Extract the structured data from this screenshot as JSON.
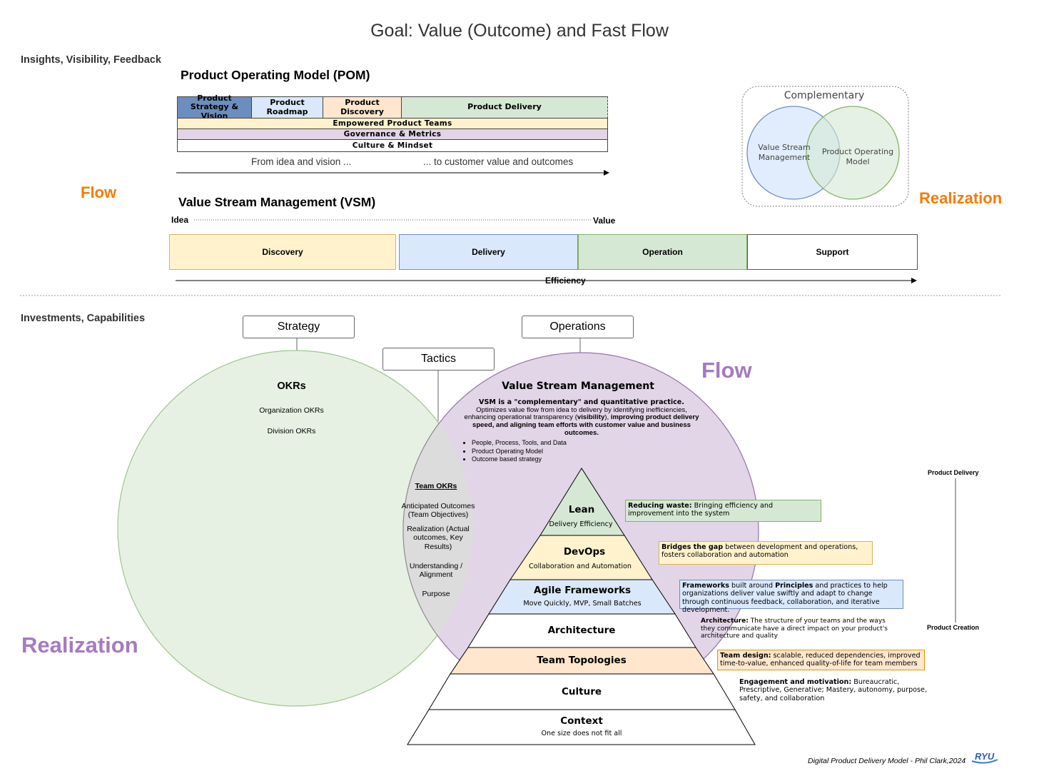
{
  "title": "Goal: Value (Outcome) and Fast Flow",
  "top_section_label": "Insights, Visibility, Feedback",
  "bottom_section_label": "Investments, Capabilities",
  "flow_left": "Flow",
  "realization_right": "Realization",
  "pom": {
    "heading": "Product Operating Model (POM)",
    "cells": [
      "Product Strategy & Vision",
      "Product Roadmap",
      "Product Discovery",
      "Product Delivery"
    ],
    "bands": [
      "Empowered Product Teams",
      "Governance & Metrics",
      "Culture & Mindset"
    ],
    "from_text": "From idea and vision ...",
    "to_text": "... to customer value and outcomes"
  },
  "complementary": {
    "title": "Complementary",
    "left": "Value Stream Management",
    "right": "Product Operating Model"
  },
  "vsm": {
    "heading": "Value Stream Management (VSM)",
    "idea": "Idea",
    "value": "Value",
    "stages": [
      "Discovery",
      "Delivery",
      "Operation",
      "Support"
    ],
    "efficiency": "Efficiency"
  },
  "bottom": {
    "strategy": "Strategy",
    "tactics": "Tactics",
    "operations": "Operations",
    "flow": "Flow",
    "realization": "Realization",
    "okrs": {
      "title": "OKRs",
      "items": [
        "Organization OKRs",
        "Division OKRs"
      ]
    },
    "team_okrs": {
      "title": "Team OKRs",
      "items": [
        "Anticipated Outcomes (Team Objectives)",
        "Realization (Actual outcomes, Key Results)",
        "Understanding / Alignment",
        "Purpose"
      ]
    },
    "vsm_circle": {
      "title": "Value Stream Management",
      "lead": "VSM is a \"complementary\" and quantitative practice.",
      "body_1": "Optimizes value flow from idea to delivery by identifying inefficiencies, enhancing operational transparency (",
      "body_bold_1": "visibility",
      "body_2": "), ",
      "body_bold_2": "improving product delivery speed, and aligning team efforts with customer value and business outcomes.",
      "bullets": [
        "People, Process, Tools, and Data",
        "Product Operating Model",
        "Outcome based strategy"
      ]
    },
    "pyramid": [
      {
        "title": "Lean",
        "sub": "Delivery Efficiency"
      },
      {
        "title": "DevOps",
        "sub": "Collaboration and Automation"
      },
      {
        "title": "Agile Frameworks",
        "sub": "Move Quickly, MVP, Small Batches"
      },
      {
        "title": "Architecture",
        "sub": ""
      },
      {
        "title": "Team Topologies",
        "sub": ""
      },
      {
        "title": "Culture",
        "sub": ""
      },
      {
        "title": "Context",
        "sub": "One size does not fit all"
      }
    ],
    "notes": {
      "lean_bold": "Reducing waste:",
      "lean_text": " Bringing efficiency and improvement into the system",
      "devops_bold": "Bridges the gap",
      "devops_text": " between development and operations, fosters collaboration and automation",
      "agile_bold_1": "Frameworks",
      "agile_text_1": " built around ",
      "agile_bold_2": "Principles",
      "agile_text_2": " and practices to help organizations deliver value swiftly and adapt to change through continuous feedback, collaboration, and iterative development.",
      "arch_bold": "Architecture:",
      "arch_text": " The structure of your teams and the ways they communicate have a direct impact on your product's architecture and quality",
      "team_bold": "Team design:",
      "team_text": " scalable, reduced dependencies, improved time-to-value, enhanced quality-of-life for team members",
      "culture_bold": "Engagement and motivation:",
      "culture_text": " Bureaucratic, Prescriptive, Generative; Mastery, autonomy, purpose, safety, and collaboration"
    },
    "axis_top": "Product Delivery",
    "axis_bottom": "Product Creation"
  },
  "footer": "Digital Product Delivery Model - Phil Clark,2024",
  "logo_text": "RYU",
  "colors": {
    "blue": "#6c8ebf",
    "light_blue": "#dae8fc",
    "peach": "#ffe6cc",
    "green": "#d5e8d4",
    "yellow": "#fff2cc",
    "purple": "#e1d5e7",
    "lavender_border": "#9673a6",
    "orange": "#f57c00"
  }
}
